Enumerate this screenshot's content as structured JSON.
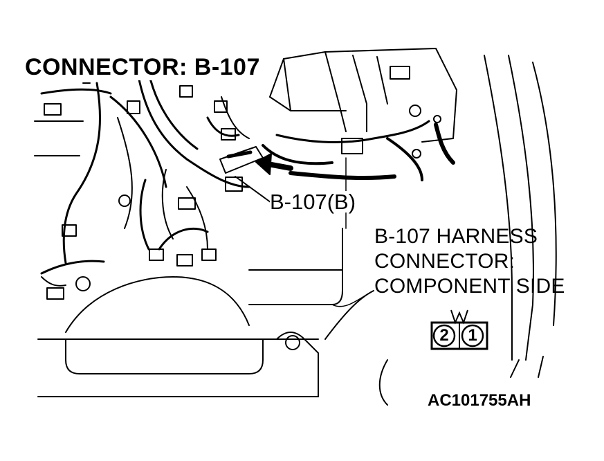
{
  "diagram": {
    "title": "CONNECTOR: B-107",
    "callout_label": "B-107(B)",
    "harness_lines": [
      "B-107 HARNESS",
      "CONNECTOR:",
      "COMPONENT SIDE"
    ],
    "pins": [
      "2",
      "1"
    ],
    "figure_code": "AC101755AH"
  },
  "colors": {
    "ink": "#000000",
    "paper": "#ffffff"
  }
}
